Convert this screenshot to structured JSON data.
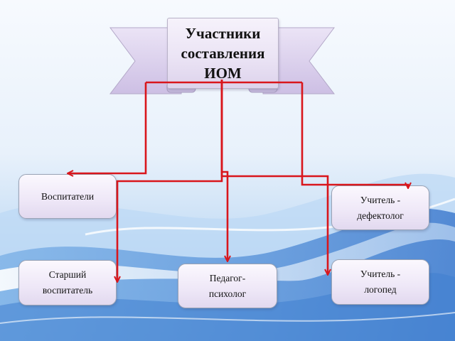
{
  "diagram": {
    "title": "Участники\nсоставления\nИОМ",
    "nodes": [
      {
        "id": "n1",
        "label": "Воспитатели"
      },
      {
        "id": "n2",
        "label": "Учитель -\nдефектолог"
      },
      {
        "id": "n3",
        "label": "Старший\nвоспитатель"
      },
      {
        "id": "n4",
        "label": "Педагог-\nпсихолог"
      },
      {
        "id": "n5",
        "label": "Учитель -\nлогопед"
      }
    ],
    "edges": [
      {
        "from": "title",
        "to": "n1"
      },
      {
        "from": "title",
        "to": "n2"
      },
      {
        "from": "title",
        "to": "n3"
      },
      {
        "from": "title",
        "to": "n4"
      },
      {
        "from": "title",
        "to": "n5"
      }
    ]
  },
  "colors": {
    "connector": "#d9161c",
    "ribbon": "#d9cdeb",
    "node_fill": "#eee7f7",
    "background": "#eef5fc"
  }
}
